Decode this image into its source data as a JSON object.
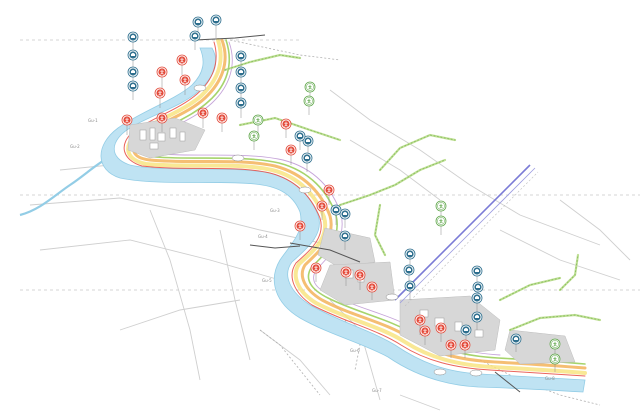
{
  "map": {
    "title": "",
    "colors": {
      "river": "#bfe3f3",
      "river_edge": "#93cde6",
      "greenway": "#b9dc8a",
      "greenway_dot": "#8cc063",
      "band_orange": "#f3b35a",
      "band_yellow": "#f7e27a",
      "band_red": "#e9534a",
      "band_green": "#9ccf5c",
      "band_purple": "#b88fd0",
      "district": "#d7d7d7",
      "road": "#cfcfcf",
      "boundary": "#b9b9b9",
      "rail_purple": "#7b7bd6",
      "pin_blue": "#2e6f8e",
      "pin_red": "#e34a3a",
      "pin_green": "#5fa64a"
    },
    "icon_legend": {
      "blue": "facility-icon",
      "red": "activity-icon",
      "green": "walking-icon"
    },
    "small_labels": [
      "Gu-1",
      "Gu-2",
      "Gu-3",
      "Gu-4",
      "Gu-5",
      "Gu-6",
      "Gu-7",
      "Gu-8"
    ]
  }
}
